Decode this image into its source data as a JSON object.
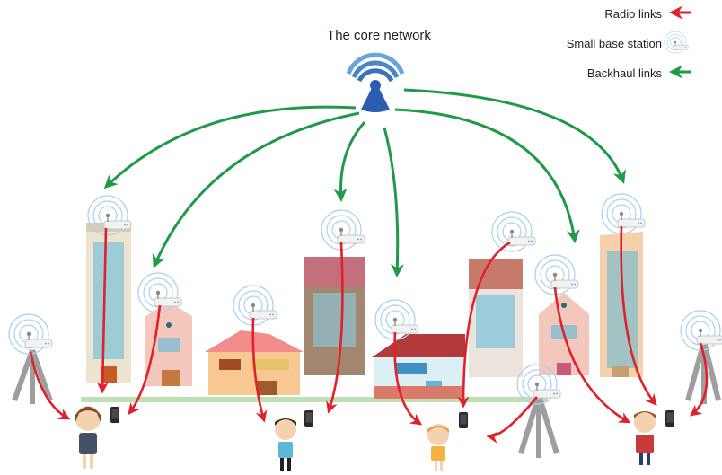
{
  "diagram": {
    "title": "The core network"
  },
  "legend": {
    "radio_links": "Radio links",
    "small_base_station": "Small base station",
    "backhaul_links": "Backhaul links"
  },
  "colors": {
    "radio_link": "#e0202a",
    "backhaul_link": "#1e9a48",
    "core_tower": "#2a5cb0",
    "signal_ring": "#5aa0d8"
  },
  "icons": {
    "core": "core-network-tower-icon",
    "station": "small-base-station-icon",
    "phone": "mobile-phone-icon",
    "user": "user-avatar-icon"
  }
}
